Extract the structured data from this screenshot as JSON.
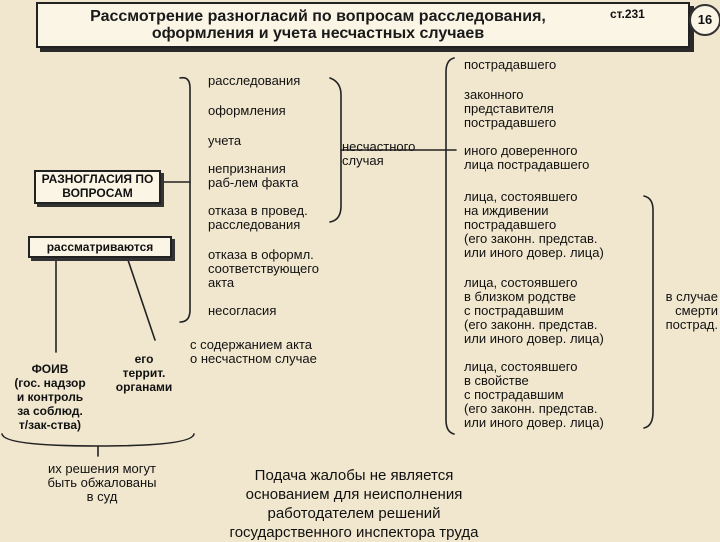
{
  "title": {
    "line1": "Рассмотрение разногласий по вопросам расследования,",
    "line2": "оформления и учета несчастных случаев",
    "article": "ст.231",
    "page_number": "16"
  },
  "left": {
    "disputes_box": "РАЗНОГЛАСИЯ ПО ВОПРОСАМ",
    "considered_box": "рассматриваются",
    "foiv": "ФОИВ\n(гос. надзор\nи контроль\nза соблюд.\nт/зак-ства)",
    "territorial": "его\nтеррит.\nорганами",
    "appeal": "их решения могут\nбыть обжалованы\nв суд"
  },
  "topics": [
    "расследования",
    "оформления",
    "учета",
    "непризнания\nраб-лем факта",
    "отказа в провед.\nрасследования",
    "отказа в оформл.\nсоответствующего\nакта",
    "несогласия"
  ],
  "accident": "несчастного\nслучая",
  "disagreement_detail": "с содержанием акта\nо несчастном случае",
  "persons": [
    "пострадавшего",
    "законного\nпредставителя\nпострадавшего",
    "иного доверенного\nлица пострадавшего",
    "лица, состоявшего\nна иждивении\nпострадавшего\n(его законн. представ.\nили иного довер. лица)",
    "лица, состоявшего\nв близком родстве\nс пострадавшим\n(его законн. представ.\nили иного довер. лица)",
    "лица, состоявшего\nв свойстве\nс пострадавшим\n(его законн. представ.\nили иного довер. лица)"
  ],
  "death_case": "в случае\nсмерти\nпострад.",
  "notice": "Подача жалобы не является\nоснованием для неисполнения\nработодателем решений\nгосударственного инспектора труда"
}
